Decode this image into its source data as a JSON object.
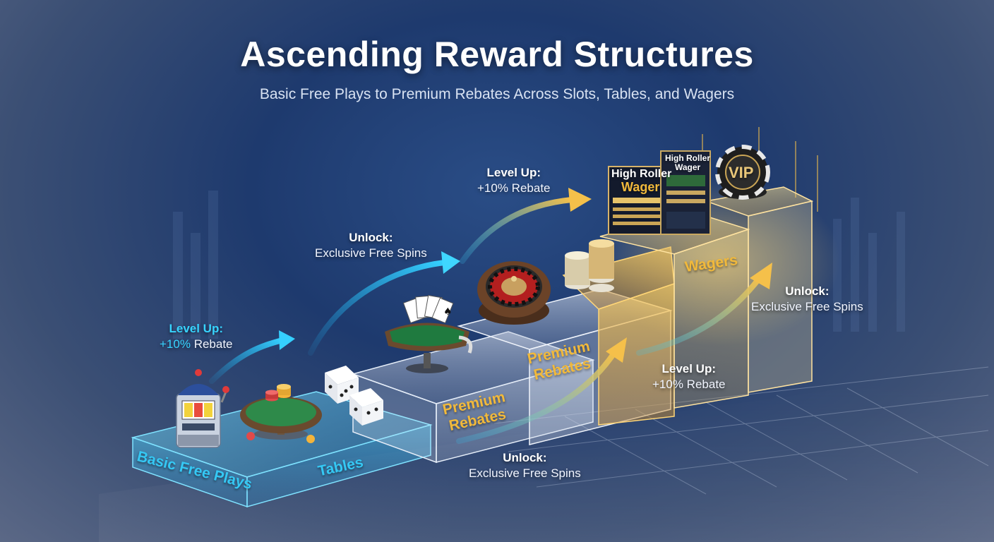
{
  "header": {
    "title": "Ascending Reward Structures",
    "subtitle": "Basic Free Plays to Premium Rebates Across Slots, Tables, and Wagers"
  },
  "steps": {
    "basic": "Basic Free Plays",
    "tables": "Tables",
    "premium_1": "Premium Rebates",
    "premium_2": "Premium Rebates",
    "wagers": "Wagers"
  },
  "flow_labels": {
    "level_up_1": {
      "head": "Level Up:",
      "prefix": "+10%",
      "suffix": "Rebate"
    },
    "unlock_1": {
      "head": "Unlock:",
      "body": "Exclusive Free Spins"
    },
    "level_up_2": {
      "head": "Level Up:",
      "body": "+10% Rebate"
    },
    "unlock_2": {
      "head": "Unlock:",
      "body": "Exclusive Free Spins"
    },
    "level_up_3": {
      "head": "Level Up:",
      "body": "+10% Rebate"
    },
    "unlock_3": {
      "head": "Unlock:",
      "body": "Exclusive Free Spins"
    }
  },
  "props": {
    "sign_line1": "High Roller",
    "sign_line2": "Wager",
    "sign2_line1": "High Roller",
    "sign2_line2": "Wager",
    "vip": "VIP"
  },
  "colors": {
    "cyan": "#35c8f4",
    "gold": "#f1b93b",
    "navy": "#1e3a6e"
  }
}
